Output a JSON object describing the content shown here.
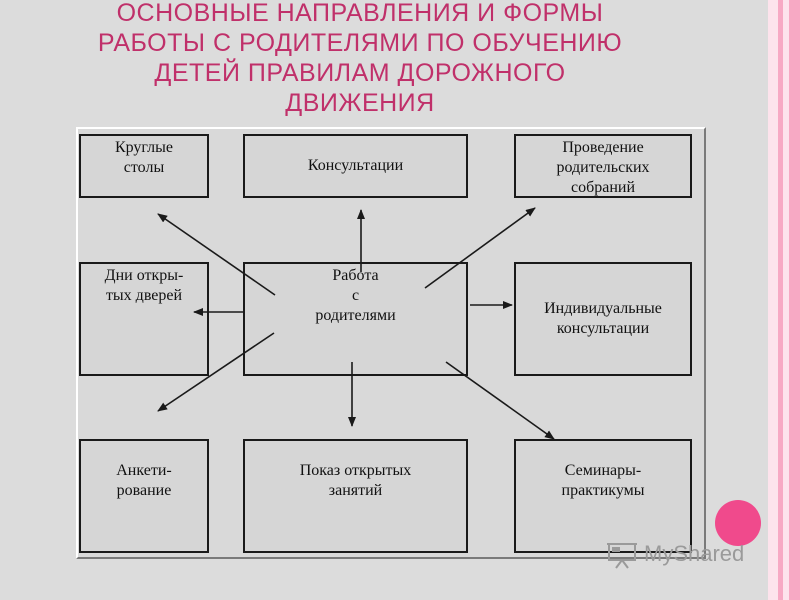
{
  "colors": {
    "title": "#c0306a",
    "background": "#dcdcdc",
    "stripe_pink": "#f7a9c4",
    "stripe_light": "#fde3ec",
    "dot": "#f04a8c",
    "box_border": "#1a1a1a"
  },
  "title": {
    "lines": [
      "ОСНОВНЫЕ НАПРАВЛЕНИЯ И ФОРМЫ",
      "РАБОТЫ С РОДИТЕЛЯМИ ПО ОБУЧЕНИЮ",
      "ДЕТЕЙ ПРАВИЛАМ ДОРОЖНОГО",
      "ДВИЖЕНИЯ"
    ]
  },
  "diagram": {
    "center": "Работа\nс\nродителями",
    "boxes": {
      "round_tables": "Круглые\nстолы",
      "consultations": "Консультации",
      "parent_meetings": "Проведение\nродительских\nсобраний",
      "open_days": "Дни откры-\nтых дверей",
      "individual_consultations": "Индивидуальные\nконсультации",
      "questionnaire": "Анкети-\nрование",
      "open_lessons": "Показ открытых\nзанятий",
      "seminars": "Семинары-\nпрактикумы"
    }
  },
  "watermark": {
    "icon": "presentation-board-icon",
    "text": "MyShared"
  }
}
